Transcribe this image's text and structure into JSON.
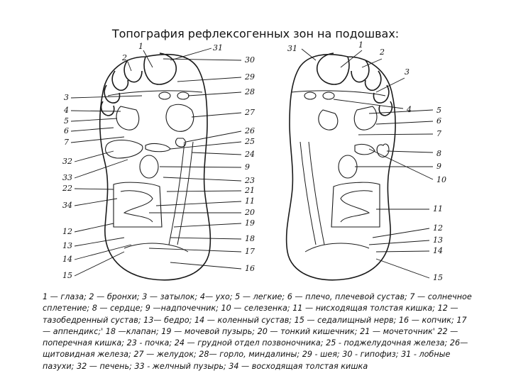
{
  "title": "Топография рефлексогенных зон на подошвах:",
  "left_foot_labels_left": [
    "1",
    "2",
    "3",
    "4",
    "5",
    "6",
    "7",
    "32",
    "33",
    "22",
    "34",
    "12",
    "13",
    "14",
    "15"
  ],
  "left_foot_labels_right": [
    "31",
    "30",
    "29",
    "28",
    "27",
    "26",
    "25",
    "24",
    "9",
    "23",
    "21",
    "11",
    "20",
    "19",
    "18",
    "17",
    "16"
  ],
  "right_foot_labels_left": [
    "31"
  ],
  "right_foot_labels_right": [
    "1",
    "2",
    "3",
    "4",
    "5",
    "6",
    "7",
    "8",
    "9",
    "10",
    "11",
    "12",
    "13",
    "14",
    "15"
  ],
  "legend": "1 — глаза; 2 — бронхи; 3 — затылок; 4— ухо; 5 — легкие; 6 — плечо, плечевой сустав; 7 — солнечное сплетение; 8 — сердце; 9 —надпочечник; 10 — селезенка; 11 — нисходящая толстая кишка; 12 — тазобедренный сустав; 13— бедро; 14 — коленный сустав; 15 — седалищный нерв; 16 — копчик; 17 — аппендикс;' 18 —клапан; 19 — мочевой пузырь; 20 — тонкий кишечник; 21 — мочеточник' 22 — поперечная кишка; 23 - почка; 24 — грудной отдел позвоночника; 25 - поджелудочная железа; 26— щитовидная железа; 27 — желудок; 28— горло, миндалины; 29 - шея; 30 - гипофиз; 31 - лобные пазухи; 32 — печень; 33 - желчный пузырь; 34 — восходящая толстая кишка"
}
